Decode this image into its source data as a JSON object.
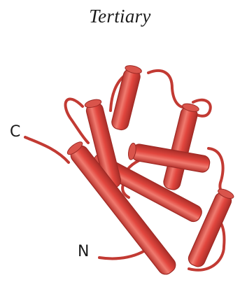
{
  "title": "Tertiary",
  "labels": {
    "c_terminus": "C",
    "n_terminus": "N"
  },
  "colors": {
    "helix_fill": "#e2463e",
    "helix_shade": "#b8342e",
    "helix_highlight": "#f07a6f",
    "coil": "#c23a33"
  }
}
